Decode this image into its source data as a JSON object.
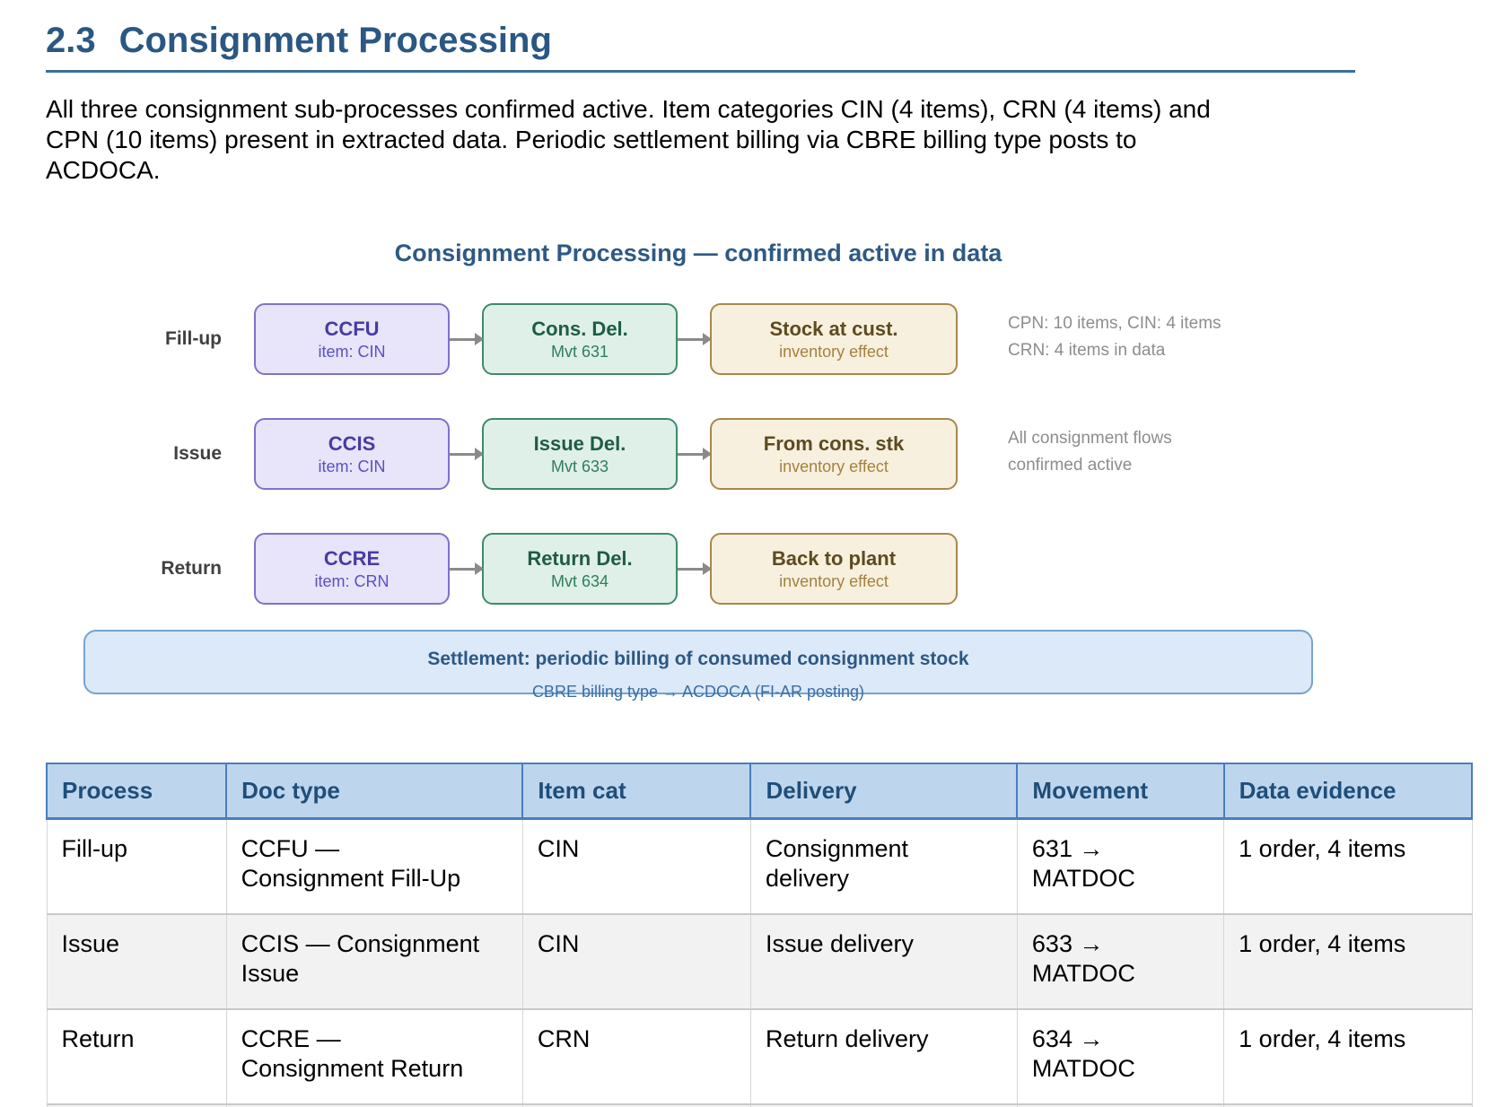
{
  "document": {
    "section_number": "2.3",
    "section_title": "Consignment Processing",
    "intro": "All three consignment sub-processes confirmed active. Item categories CIN (4 items), CRN (4 items) and\nCPN (10 items) present in extracted data. Periodic settlement billing via CBRE billing type posts to\nACDOCA."
  },
  "diagram": {
    "title": "Consignment Processing — confirmed active in data",
    "rows": [
      {
        "label": "Fill-up",
        "doc_box": {
          "title": "CCFU",
          "subtitle": "item: CIN"
        },
        "delivery_box": {
          "title": "Cons. Del.",
          "subtitle": "Mvt 631"
        },
        "effect_box": {
          "title": "Stock at cust.",
          "subtitle": "inventory effect"
        },
        "annotation": [
          "CPN: 10 items, CIN: 4 items",
          "CRN: 4 items in data"
        ]
      },
      {
        "label": "Issue",
        "doc_box": {
          "title": "CCIS",
          "subtitle": "item: CIN"
        },
        "delivery_box": {
          "title": "Issue Del.",
          "subtitle": "Mvt 633"
        },
        "effect_box": {
          "title": "From cons. stk",
          "subtitle": "inventory effect"
        },
        "annotation": [
          "All consignment flows",
          "confirmed active"
        ]
      },
      {
        "label": "Return",
        "doc_box": {
          "title": "CCRE",
          "subtitle": "item: CRN"
        },
        "delivery_box": {
          "title": "Return Del.",
          "subtitle": "Mvt 634"
        },
        "effect_box": {
          "title": "Back to plant",
          "subtitle": "inventory effect"
        },
        "annotation": []
      }
    ],
    "settlement": {
      "title": "Settlement: periodic billing of consumed consignment stock",
      "subtitle": "CBRE billing type → ACDOCA (FI-AR posting)"
    }
  },
  "table": {
    "headers": [
      "Process",
      "Doc type",
      "Item cat",
      "Delivery",
      "Movement",
      "Data evidence"
    ],
    "rows": [
      {
        "process": "Fill-up",
        "doc_type": "CCFU —\nConsignment Fill-Up",
        "item_cat": "CIN",
        "delivery": "Consignment\ndelivery",
        "movement": "631 →\nMATDOC",
        "evidence": "1 order, 4 items"
      },
      {
        "process": "Issue",
        "doc_type": "CCIS — Consignment\nIssue",
        "item_cat": "CIN",
        "delivery": "Issue delivery",
        "movement": "633 →\nMATDOC",
        "evidence": "1 order, 4 items"
      },
      {
        "process": "Return",
        "doc_type": "CCRE —\nConsignment Return",
        "item_cat": "CRN",
        "delivery": "Return delivery",
        "movement": "634 →\nMATDOC",
        "evidence": "1 order, 4 items"
      }
    ]
  },
  "colors": {
    "heading_blue": "#2A5783",
    "rule_blue": "#3C6E9F",
    "diagram_title_blue": "#2E5984",
    "purple_fill": "#E8E4F9",
    "purple_border": "#7C73CA",
    "purple_text": "#473BA3",
    "green_fill": "#DFF0E8",
    "green_border": "#3E8A69",
    "green_text": "#1E5C45",
    "tan_fill": "#F8F0DE",
    "tan_border": "#A9864B",
    "tan_text": "#5D4B20",
    "arrow_gray": "#8A8A8A",
    "annotation_gray": "#8D8D8D",
    "settlement_fill": "#DCE9F8",
    "settlement_border": "#76A3CF",
    "settlement_text": "#2C5884",
    "table_header_fill": "#BDD6EE",
    "table_header_text": "#1F4E79",
    "table_header_border": "#4A7EBB",
    "zebra_row_fill": "#F2F2F2"
  }
}
